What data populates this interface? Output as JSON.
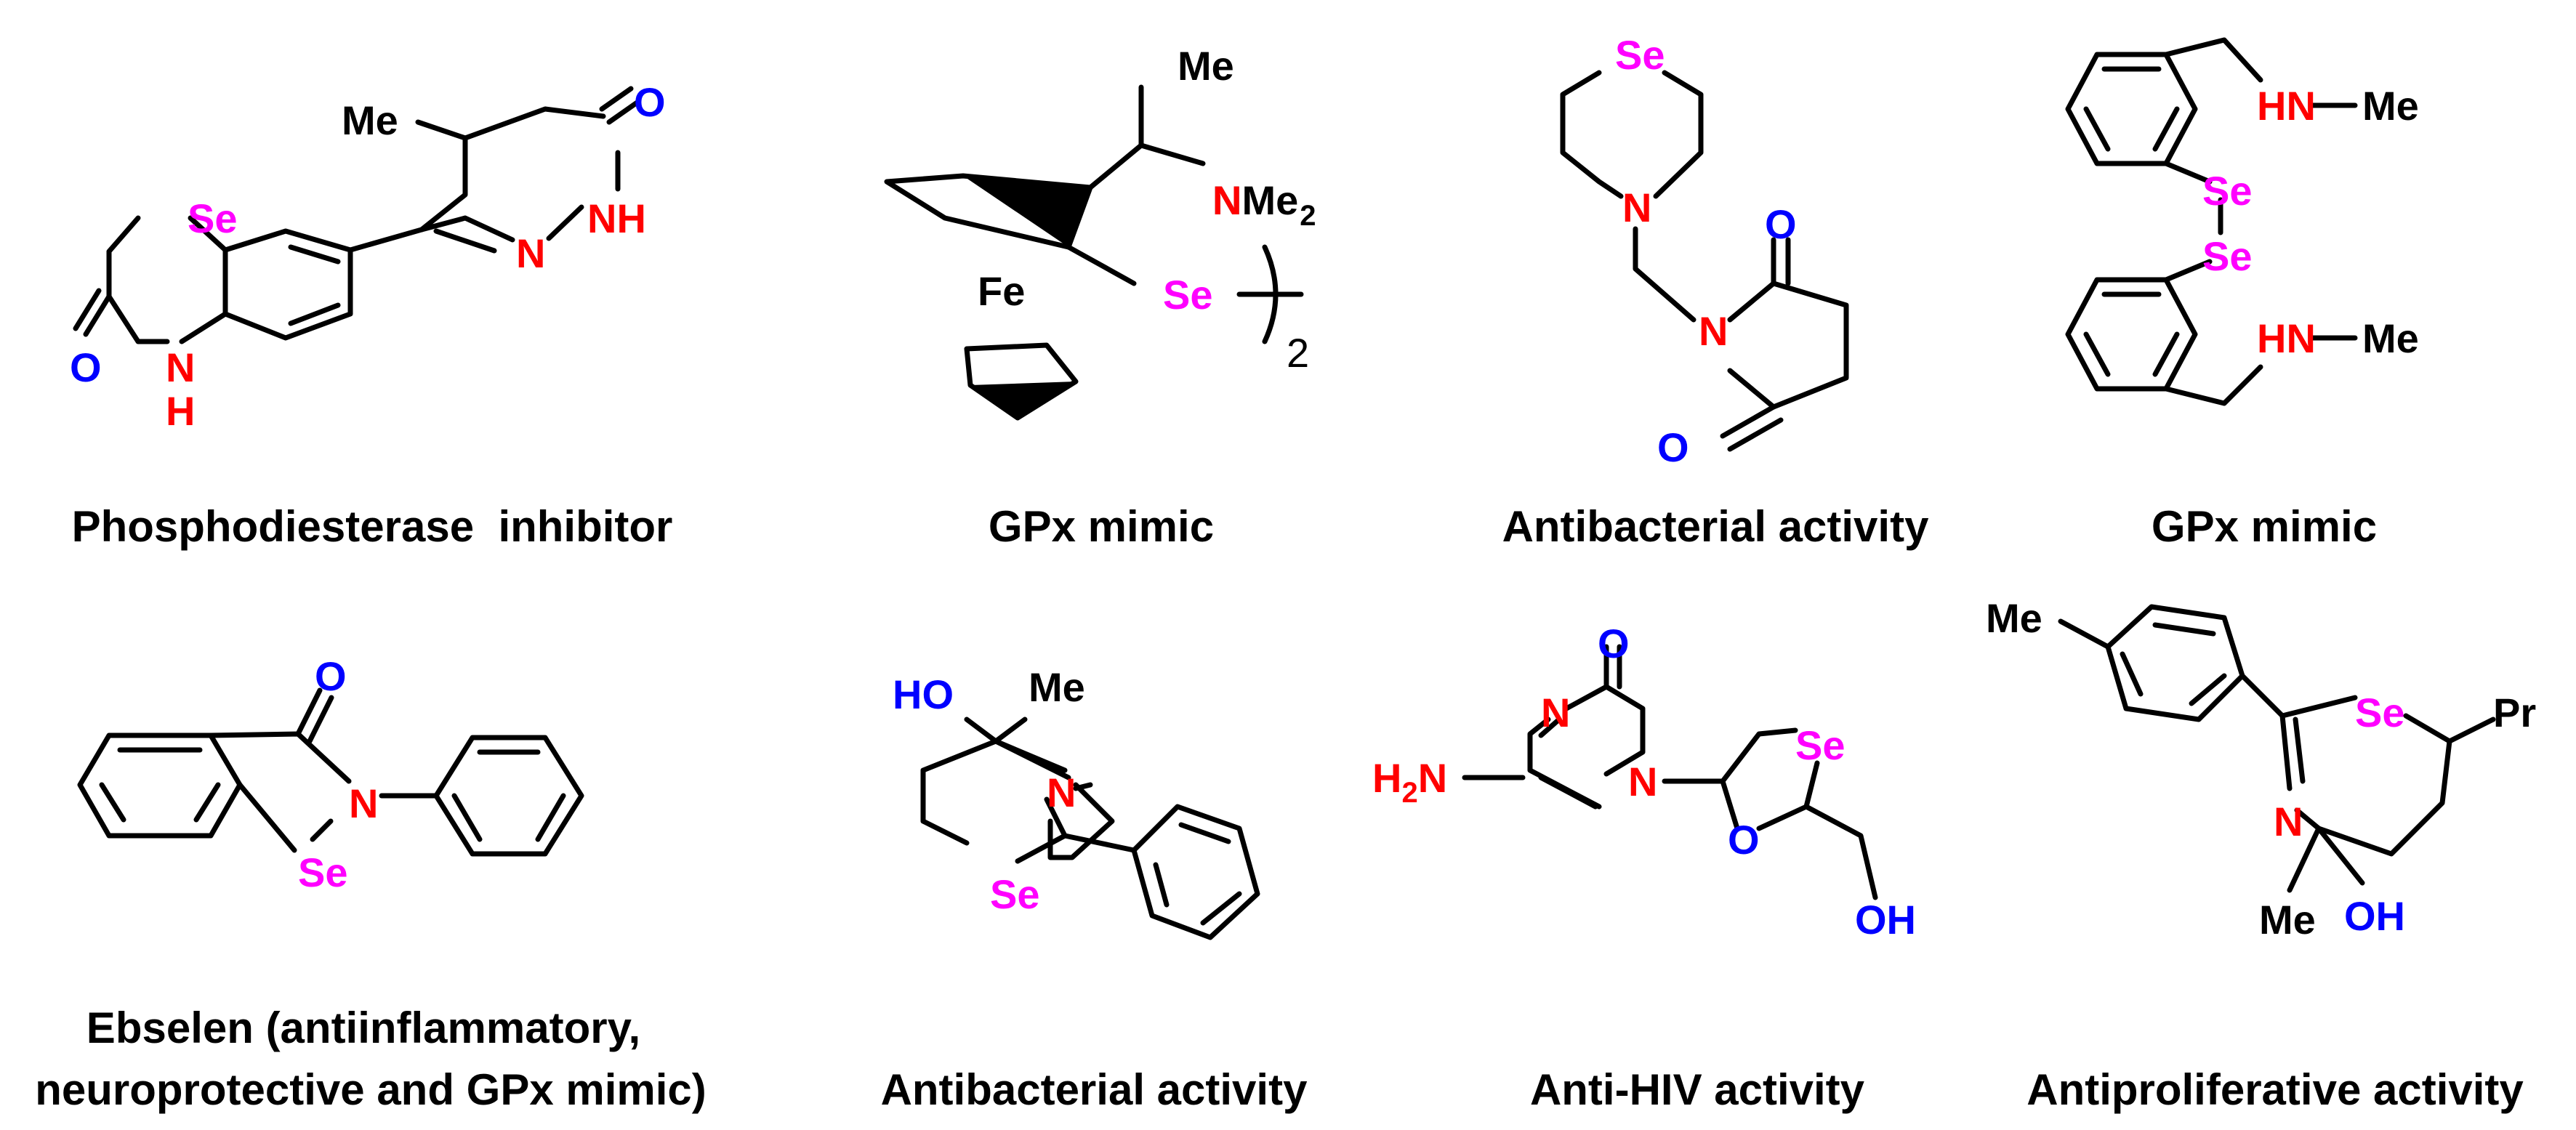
{
  "colors": {
    "Se": "#ff00ff",
    "N": "#ff0000",
    "O": "#0000ff",
    "C": "#000000",
    "background": "#ffffff"
  },
  "compounds": [
    {
      "caption": "Phosphodiesterase  inhibitor",
      "atoms": {
        "me": "Me",
        "o1": "O",
        "nh1": "NH",
        "n1": "N",
        "se": "Se",
        "o2": "O",
        "n2": "N",
        "h": "H"
      }
    },
    {
      "caption": "GPx mimic",
      "atoms": {
        "me": "Me",
        "n": "NMe",
        "n_sub": "2",
        "se": "Se",
        "fe": "Fe",
        "count": "2"
      }
    },
    {
      "caption": "Antibacterial activity",
      "atoms": {
        "se": "Se",
        "n1": "N",
        "o1": "O",
        "n2": "N",
        "o2": "O"
      }
    },
    {
      "caption": "GPx mimic",
      "atoms": {
        "hn1": "HN",
        "me1": "Me",
        "se1": "Se",
        "se2": "Se",
        "hn2": "HN",
        "me2": "Me"
      }
    },
    {
      "caption_line1": "Ebselen (antiinflammatory,",
      "caption_line2": "neuroprotective and GPx mimic)",
      "atoms": {
        "o": "O",
        "n": "N",
        "se": "Se"
      }
    },
    {
      "caption": "Antibacterial activity",
      "atoms": {
        "ho": "HO",
        "me": "Me",
        "n": "N",
        "se": "Se"
      }
    },
    {
      "caption": "Anti-HIV activity",
      "atoms": {
        "o1": "O",
        "n1": "N",
        "h2": "H",
        "h2_sub": "2",
        "n_amino": "N",
        "n3": "N",
        "se": "Se",
        "o2": "O",
        "oh": "OH"
      }
    },
    {
      "caption": "Antiproliferative activity",
      "atoms": {
        "me1": "Me",
        "se": "Se",
        "pr": "Pr",
        "n": "N",
        "me2": "Me",
        "oh": "OH"
      }
    }
  ]
}
